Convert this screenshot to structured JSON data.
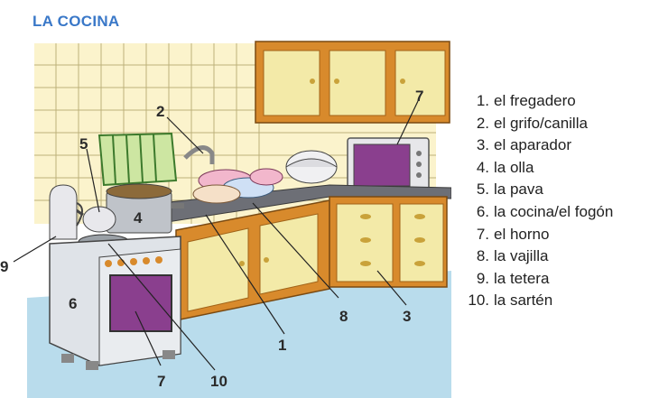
{
  "title": "LA COCINA",
  "callouts": [
    "1",
    "2",
    "3",
    "4",
    "5",
    "6",
    "7",
    "7",
    "8",
    "9",
    "10"
  ],
  "legend": [
    {
      "num": "1.",
      "label": "el fregadero"
    },
    {
      "num": "2.",
      "label": "el grifo/canilla"
    },
    {
      "num": "3.",
      "label": "el aparador"
    },
    {
      "num": "4.",
      "label": "la olla"
    },
    {
      "num": "5.",
      "label": "la pava"
    },
    {
      "num": "6.",
      "label": "la cocina/el fogón"
    },
    {
      "num": "7.",
      "label": "el horno"
    },
    {
      "num": "8.",
      "label": "la vajilla"
    },
    {
      "num": "9.",
      "label": "la tetera"
    },
    {
      "num": "10.",
      "label": "la sartén"
    }
  ],
  "colors": {
    "title": "#3a78c8",
    "cabinet_frame": "#d88a2c",
    "cabinet_panel": "#f3eaa8",
    "floor": "#b9dcec",
    "tile": "#fbf3cc",
    "oven_window": "#8a3f8e"
  }
}
